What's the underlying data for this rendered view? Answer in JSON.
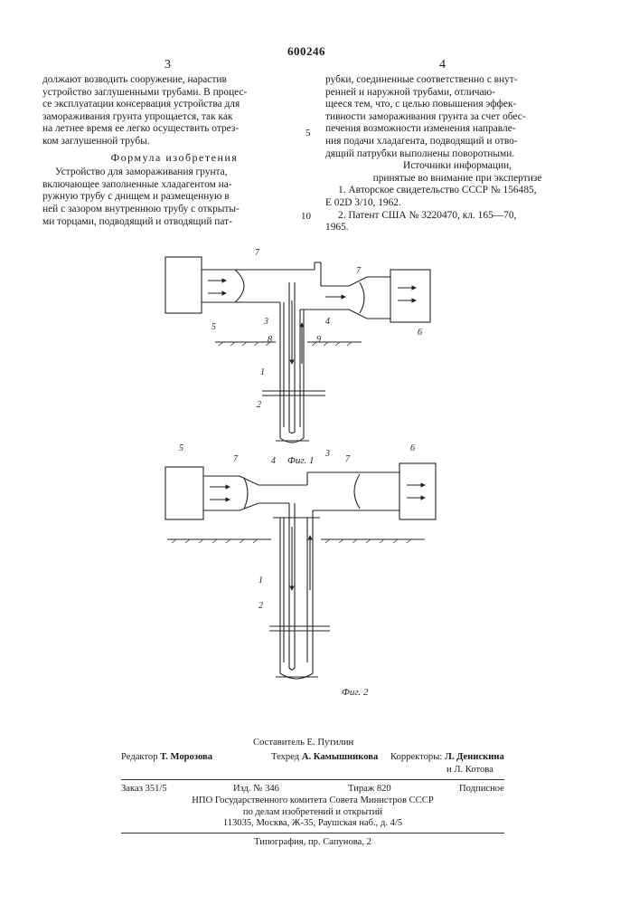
{
  "patent_number": "600246",
  "columns": {
    "left_number": "3",
    "right_number": "4",
    "left_intro": [
      "должают возводить сооружение, нарастив",
      "устройство заглушенными трубами. В процес-",
      "се эксплуатации консервация устройства для",
      "замораживания грунта упрощается, так как",
      "на летнее время ее легко осуществить отрез-",
      "ком заглушенной трубы."
    ],
    "formula_heading": "Формула изобретения",
    "left_claim": [
      "Устройство для замораживания грунта,",
      "включающее заполненные хладагентом на-",
      "ружную трубу с днищем и размещенную в",
      "ней с зазором внутреннюю трубу с открыты-",
      "ми торцами, подводящий и отводящий пат-"
    ],
    "right_claim": [
      "рубки, соединенные соответственно с внут-",
      "ренней и наружной трубами, отличаю-",
      "щееся тем, что, с целью повышения эффек-",
      "тивности замораживания грунта за счет обес-",
      "печения возможности изменения направле-",
      "ния подачи хладагента, подводящий и отво-",
      "дящий патрубки выполнены поворотными."
    ],
    "sources_heading": "Источники информации,",
    "sources_subheading": "принятые во внимание при экспертизе",
    "sources": [
      "1. Авторское свидетельство СССР № 156485,",
      "Е 02D 3/10, 1962.",
      "2. Патент США № 3220470, кл. 165—70,",
      "1965."
    ],
    "margin_numbers": [
      "5",
      "10"
    ]
  },
  "figures": {
    "fig1_caption": "Фиг. 1",
    "fig2_caption": "Фиг. 2",
    "fig1_labels": [
      "7",
      "7",
      "3",
      "4",
      "5",
      "6",
      "8",
      "9",
      "1",
      "2"
    ],
    "fig2_labels": [
      "5",
      "6",
      "7",
      "4",
      "3",
      "7",
      "1",
      "2"
    ]
  },
  "credits": {
    "compiler": "Составитель Е. Путилин",
    "editor_label": "Редактор",
    "editor": "Т. Морозова",
    "techred_label": "Техред",
    "techred": "А. Камышникова",
    "correctors_label": "Корректоры:",
    "corrector1": "Л. Денискина",
    "corrector2": "и Л. Котова"
  },
  "imprint": {
    "order": "Заказ 351/5",
    "edition": "Изд. № 346",
    "circulation": "Тираж 820",
    "subscription": "Подписное",
    "org1": "НПО Государственного комитета Совета Министров СССР",
    "org2": "по делам изобретений и открытий",
    "address": "113035, Москва, Ж-35, Раушская наб., д. 4/5",
    "printer": "Типография, пр. Сапунова, 2"
  }
}
